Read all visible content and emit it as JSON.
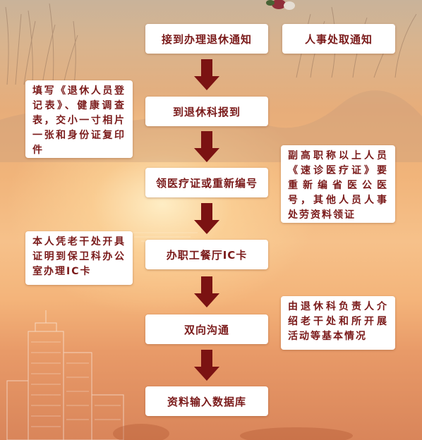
{
  "steps": [
    "接到办理退休通知",
    "到退休科报到",
    "领医疗证或重新编号",
    "办职工餐厅IC卡",
    "双向沟通",
    "资料输入数据库"
  ],
  "notices": {
    "hr_notice": "人事处取通知"
  },
  "notes": {
    "forms": "填写《退休人员登记表》、健康调查表，交小一寸相片一张和身份证复印件",
    "medical": "副高职称以上人员《速诊医疗证》要重新编省医公医号，其他人员人事处劳资料领证",
    "ic_card": "本人凭老干处开具证明到保卫科办公室办理IC卡",
    "communicate": "由退休科负责人介绍老干处和所开展活动等基本情况"
  },
  "colors": {
    "text": "#7a1a1a",
    "arrow": "#7b1212",
    "box": "#ffffff"
  }
}
